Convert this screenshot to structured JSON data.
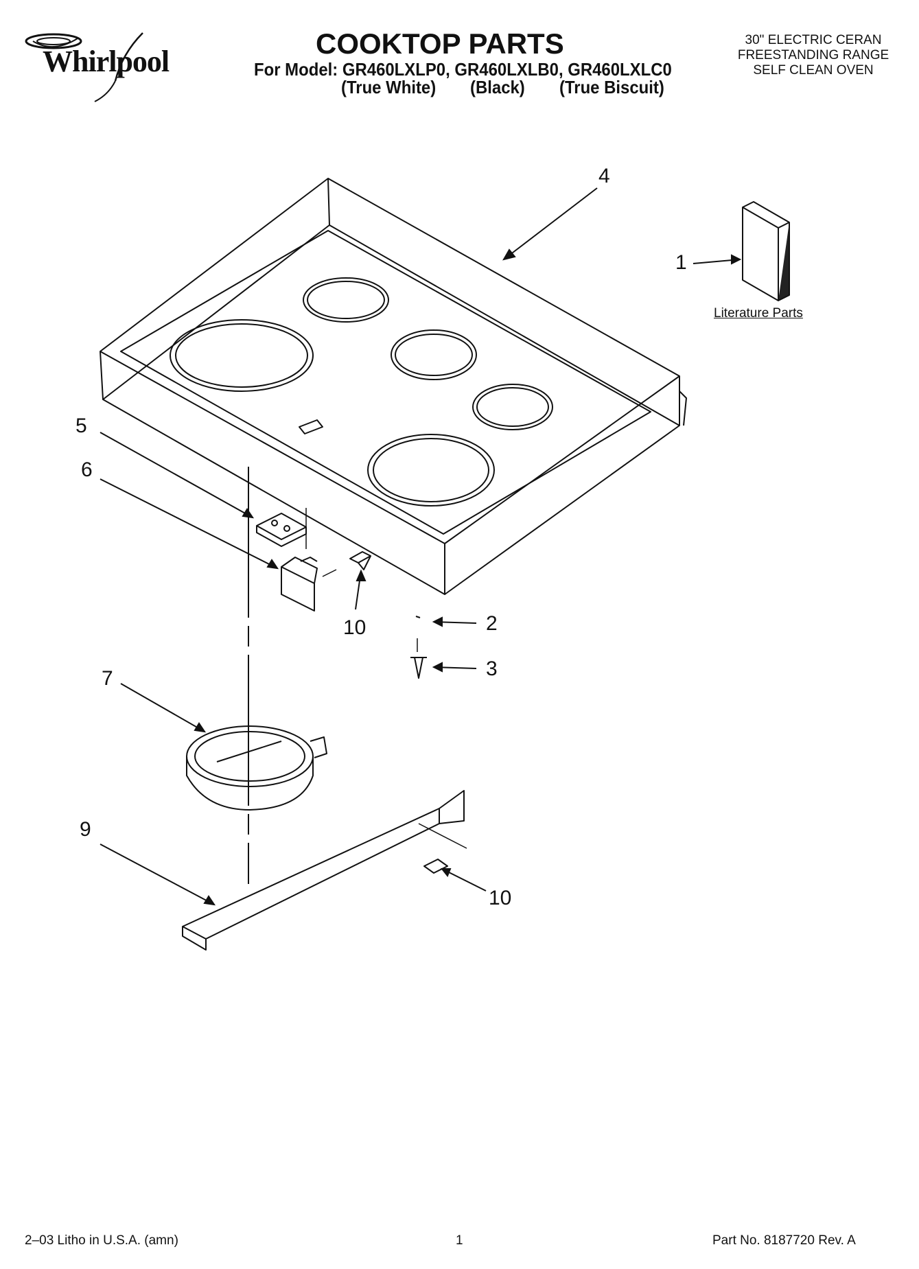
{
  "brand": {
    "name": "Whirlpool"
  },
  "header": {
    "title": "COOKTOP PARTS",
    "model_line": "For Model: GR460LXLP0, GR460LXLB0, GR460LXLC0",
    "variants": [
      "(True White)",
      "(Black)",
      "(True Biscuit)"
    ],
    "description_lines": [
      "30\" ELECTRIC CERAN",
      "FREESTANDING RANGE",
      "SELF CLEAN OVEN"
    ]
  },
  "callouts": [
    "4",
    "1",
    "5",
    "6",
    "10",
    "2",
    "3",
    "7",
    "9",
    "10"
  ],
  "literature_label": "Literature Parts",
  "footer": {
    "left": "2–03 Litho in U.S.A. (amn)",
    "center": "1",
    "right": "Part No. 8187720 Rev. A"
  }
}
